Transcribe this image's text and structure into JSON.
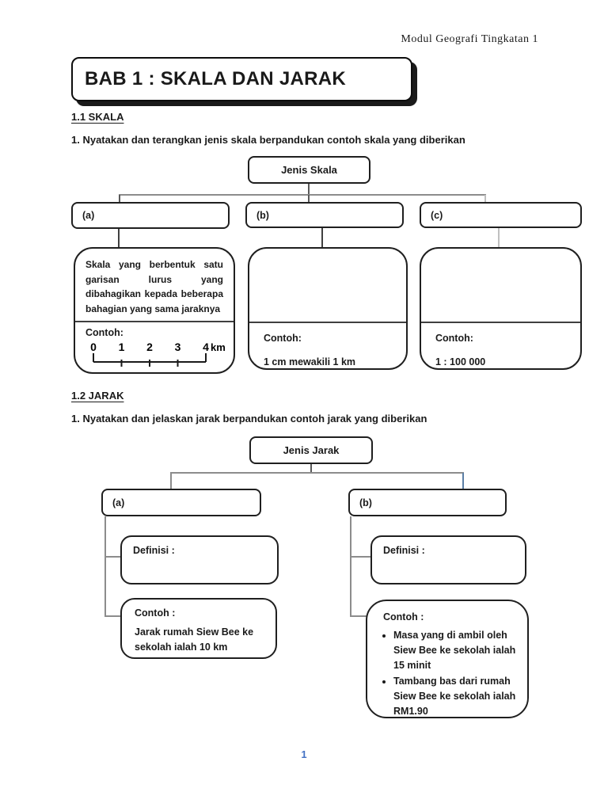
{
  "page": {
    "header": "Modul Geografi Tingkatan 1",
    "title": "BAB 1 : SKALA DAN JARAK",
    "page_number": "1"
  },
  "section_skala": {
    "heading": "1.1 SKALA",
    "instruction": "1. Nyatakan dan terangkan jenis skala berpandukan contoh skala yang diberikan",
    "root_label": "Jenis Skala",
    "option_a": "(a)",
    "option_b": "(b)",
    "option_c": "(c)",
    "a_description": "Skala yang berbentuk satu garisan lurus yang dibahagikan kepada beberapa bahagian yang sama jaraknya",
    "contoh_label": "Contoh:",
    "b_example": "1 cm mewakili 1 km",
    "c_example": "1 : 100 000",
    "scale_ticks": [
      "0",
      "1",
      "2",
      "3",
      "4"
    ],
    "scale_unit": "km"
  },
  "section_jarak": {
    "heading": "1.2 JARAK",
    "instruction": "1. Nyatakan dan jelaskan jarak berpandukan contoh jarak yang diberikan",
    "root_label": "Jenis Jarak",
    "option_a": "(a)",
    "option_b": "(b)",
    "definisi_label": "Definisi :",
    "contoh_label": "Contoh :",
    "a_example": "Jarak rumah Siew Bee ke sekolah ialah 10 km",
    "b_examples": [
      "Masa yang di ambil oleh Siew Bee ke sekolah ialah 15 minit",
      "Tambang bas dari rumah Siew Bee ke sekolah ialah RM1.90"
    ]
  },
  "colors": {
    "line_dark": "#595959",
    "line_gray": "#8c8c8c",
    "line_light": "#bfbfbf",
    "line_blue": "#5b7fa6",
    "page_number_blue": "#4472c4"
  }
}
